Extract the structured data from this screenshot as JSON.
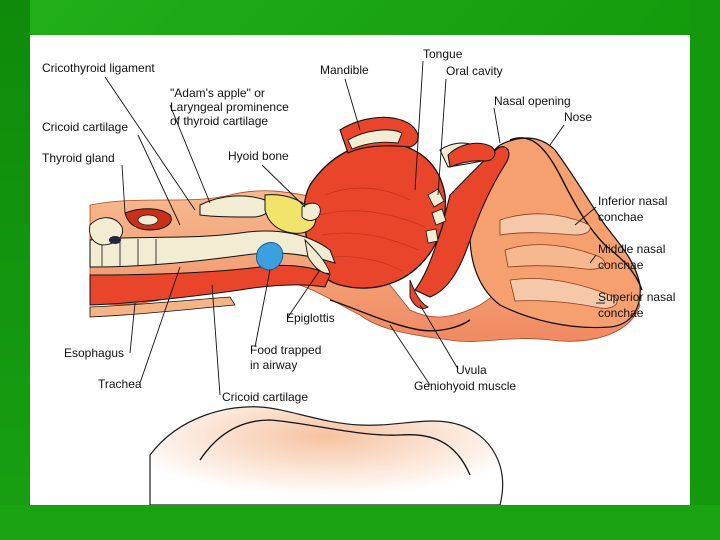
{
  "labels": {
    "cricothyroid_ligament": "Cricothyroid ligament",
    "adams_apple_1": "\"Adam's apple\" or",
    "adams_apple_2": "Laryngeal prominence",
    "adams_apple_3": "of thyroid cartilage",
    "cricoid_cartilage_top": "Cricoid cartilage",
    "thyroid_gland": "Thyroid gland",
    "hyoid_bone": "Hyoid bone",
    "mandible": "Mandible",
    "tongue": "Tongue",
    "oral_cavity": "Oral cavity",
    "nasal_opening": "Nasal opening",
    "nose": "Nose",
    "inferior_nasal_1": "Inferior nasal",
    "inferior_nasal_2": "conchae",
    "middle_nasal_1": "Middle nasal",
    "middle_nasal_2": "conchae",
    "superior_nasal_1": "Superior nasal",
    "superior_nasal_2": "conchae",
    "epiglottis": "Epiglottis",
    "food_trapped_1": "Food trapped",
    "food_trapped_2": "in airway",
    "esophagus": "Esophagus",
    "trachea": "Trachea",
    "cricoid_cartilage_bottom": "Cricoid cartilage",
    "uvula": "Uvula",
    "geniohyoid_muscle": "Geniohyoid muscle"
  },
  "colors": {
    "slide_green": "#1a9e10",
    "muscle_red": "#e8452a",
    "tissue_peach": "#f4b486",
    "cartilage_cream": "#f2ecd2",
    "gland_yellow": "#f2e36a",
    "food_blue": "#3aa0e0"
  }
}
